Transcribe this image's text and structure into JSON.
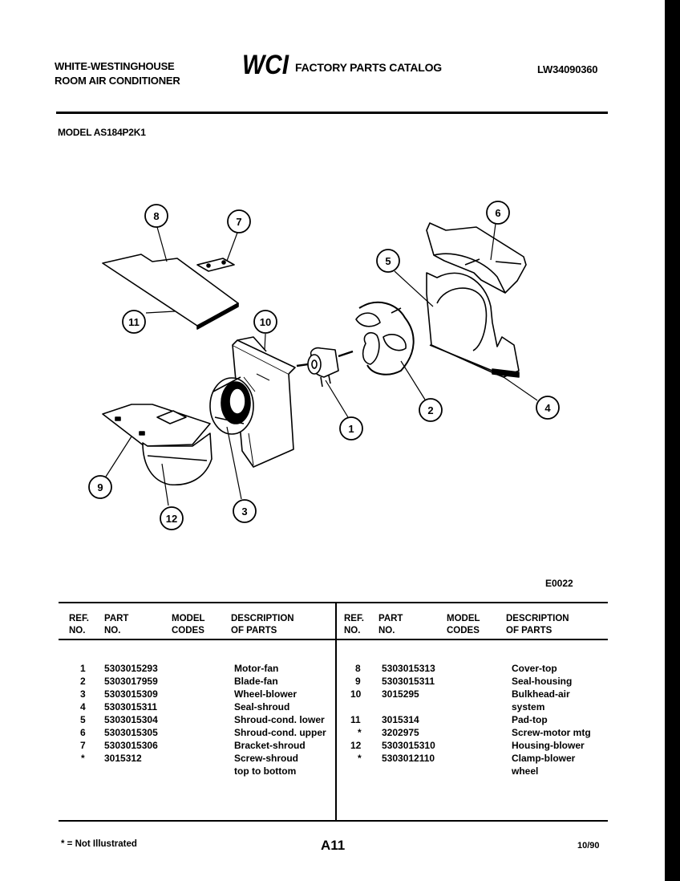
{
  "header": {
    "brand_line1": "WHITE-WESTINGHOUSE",
    "brand_line2": "ROOM AIR CONDITIONER",
    "logo_text": "WCI",
    "catalog_title": "FACTORY PARTS CATALOG",
    "document_number": "LW34090360",
    "model_label": "MODEL AS184P2K1"
  },
  "diagram": {
    "figure_code": "E0022",
    "callouts": [
      "8",
      "7",
      "6",
      "5",
      "11",
      "10",
      "1",
      "2",
      "4",
      "9",
      "12",
      "3"
    ]
  },
  "table": {
    "column_headers": {
      "ref_line1": "REF.",
      "ref_line2": "NO.",
      "part_line1": "PART",
      "part_line2": "NO.",
      "model_line1": "MODEL",
      "model_line2": "CODES",
      "desc_line1": "DESCRIPTION",
      "desc_line2": "OF PARTS"
    },
    "left_rows": [
      {
        "ref": "1",
        "part": "5303015293",
        "desc": [
          "Motor-fan"
        ]
      },
      {
        "ref": "2",
        "part": "5303017959",
        "desc": [
          "Blade-fan"
        ]
      },
      {
        "ref": "3",
        "part": "5303015309",
        "desc": [
          "Wheel-blower"
        ]
      },
      {
        "ref": "4",
        "part": "5303015311",
        "desc": [
          "Seal-shroud"
        ]
      },
      {
        "ref": "5",
        "part": "5303015304",
        "desc": [
          "Shroud-cond. lower"
        ]
      },
      {
        "ref": "6",
        "part": "5303015305",
        "desc": [
          "Shroud-cond. upper"
        ]
      },
      {
        "ref": "7",
        "part": "5303015306",
        "desc": [
          "Bracket-shroud"
        ]
      },
      {
        "ref": "*",
        "part": "3015312",
        "desc": [
          "Screw-shroud",
          "top to bottom"
        ]
      }
    ],
    "right_rows": [
      {
        "ref": "8",
        "part": "5303015313",
        "desc": [
          "Cover-top"
        ]
      },
      {
        "ref": "9",
        "part": "5303015311",
        "desc": [
          "Seal-housing"
        ]
      },
      {
        "ref": "10",
        "part": "3015295",
        "desc": [
          "Bulkhead-air",
          "system"
        ]
      },
      {
        "ref": "11",
        "part": "3015314",
        "desc": [
          "Pad-top"
        ]
      },
      {
        "ref": "*",
        "part": "3202975",
        "desc": [
          "Screw-motor mtg"
        ]
      },
      {
        "ref": "12",
        "part": "5303015310",
        "desc": [
          "Housing-blower"
        ]
      },
      {
        "ref": "*",
        "part": "5303012110",
        "desc": [
          "Clamp-blower",
          "wheel"
        ]
      }
    ]
  },
  "footer": {
    "note": "* = Not Illustrated",
    "page_id": "A11",
    "date": "10/90"
  }
}
